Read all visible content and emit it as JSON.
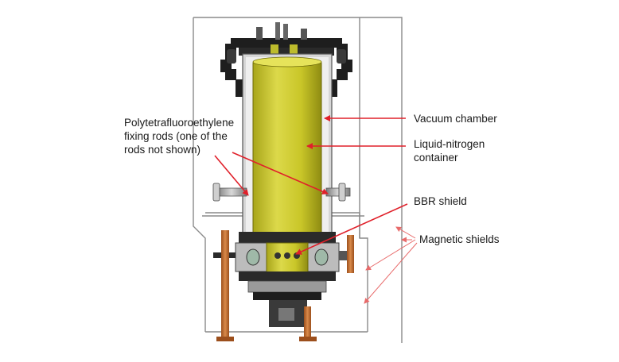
{
  "labels": {
    "ptfe_rods": "Polytetrafluoroethylene\nfixing rods (one of the\nrods not shown)",
    "vacuum_chamber": "Vacuum chamber",
    "ln2_container": "Liquid-nitrogen\ncontainer",
    "bbr_shield": "BBR shield",
    "magnetic_shields": "Magnetic shields"
  },
  "colors": {
    "annotation_red": "#e0202a",
    "container_yellow": "#c9c928",
    "rod_copper": "#c06a2c",
    "frame_gray": "#8a8a8a",
    "flange_black": "#1e1e1e"
  }
}
